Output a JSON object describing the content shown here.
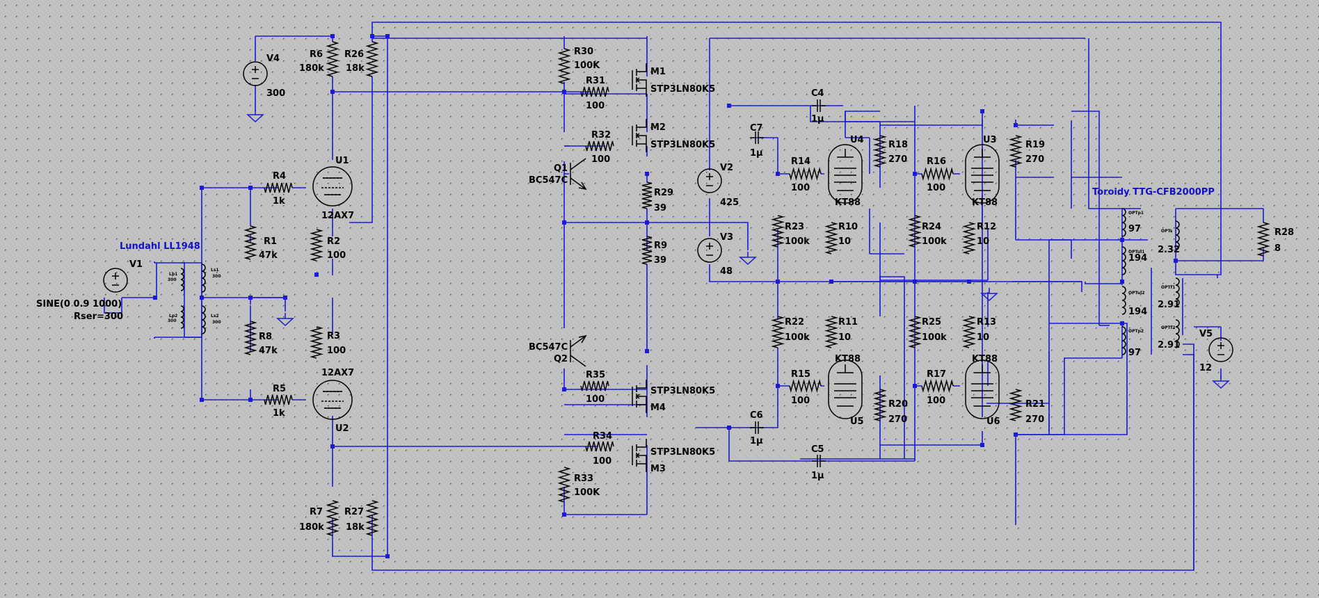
{
  "colors": {
    "background": "#c0c0c0",
    "wire": "#1a1ad8",
    "component": "#000000",
    "annotation": "#1010cc"
  },
  "transformers": {
    "input": "Lundahl LL1948",
    "output": "Toroidy TTG-CFB2000PP"
  },
  "source_v1": {
    "ref": "V1",
    "spec": "SINE(0 0.9 1000)",
    "rser": "Rser=300"
  },
  "supplies": {
    "V4": {
      "ref": "V4",
      "value": "300"
    },
    "V2": {
      "ref": "V2",
      "value": "425"
    },
    "V3": {
      "ref": "V3",
      "value": "48"
    },
    "V5": {
      "ref": "V5",
      "value": "12"
    }
  },
  "tubes": {
    "U1": {
      "ref": "U1",
      "type": "12AX7"
    },
    "U2": {
      "ref": "U2",
      "type": "12AX7"
    },
    "U3": {
      "ref": "U3",
      "type": "KT88"
    },
    "U4": {
      "ref": "U4",
      "type": "KT88"
    },
    "U5": {
      "ref": "U5",
      "type": "KT88"
    },
    "U6": {
      "ref": "U6",
      "type": "KT88"
    }
  },
  "transistors": {
    "Q1": {
      "ref": "Q1",
      "type": "BC547C"
    },
    "Q2": {
      "ref": "Q2",
      "type": "BC547C"
    },
    "M1": {
      "ref": "M1",
      "type": "STP3LN80K5"
    },
    "M2": {
      "ref": "M2",
      "type": "STP3LN80K5"
    },
    "M3": {
      "ref": "M3",
      "type": "STP3LN80K5"
    },
    "M4": {
      "ref": "M4",
      "type": "STP3LN80K5"
    }
  },
  "resistors": {
    "R1": {
      "ref": "R1",
      "value": "47k"
    },
    "R2": {
      "ref": "R2",
      "value": "100"
    },
    "R3": {
      "ref": "R3",
      "value": "100"
    },
    "R4": {
      "ref": "R4",
      "value": "1k"
    },
    "R5": {
      "ref": "R5",
      "value": "1k"
    },
    "R6": {
      "ref": "R6",
      "value": "180k"
    },
    "R7": {
      "ref": "R7",
      "value": "180k"
    },
    "R8": {
      "ref": "R8",
      "value": "47k"
    },
    "R9": {
      "ref": "R9",
      "value": "39"
    },
    "R10": {
      "ref": "R10",
      "value": "10"
    },
    "R11": {
      "ref": "R11",
      "value": "10"
    },
    "R12": {
      "ref": "R12",
      "value": "10"
    },
    "R13": {
      "ref": "R13",
      "value": "10"
    },
    "R14": {
      "ref": "R14",
      "value": "100"
    },
    "R15": {
      "ref": "R15",
      "value": "100"
    },
    "R16": {
      "ref": "R16",
      "value": "100"
    },
    "R17": {
      "ref": "R17",
      "value": "100"
    },
    "R18": {
      "ref": "R18",
      "value": "270"
    },
    "R19": {
      "ref": "R19",
      "value": "270"
    },
    "R20": {
      "ref": "R20",
      "value": "270"
    },
    "R21": {
      "ref": "R21",
      "value": "270"
    },
    "R22": {
      "ref": "R22",
      "value": "100k"
    },
    "R23": {
      "ref": "R23",
      "value": "100k"
    },
    "R24": {
      "ref": "R24",
      "value": "100k"
    },
    "R25": {
      "ref": "R25",
      "value": "100k"
    },
    "R26": {
      "ref": "R26",
      "value": "18k"
    },
    "R27": {
      "ref": "R27",
      "value": "18k"
    },
    "R28": {
      "ref": "R28",
      "value": "8"
    },
    "R29": {
      "ref": "R29",
      "value": "39"
    },
    "R30": {
      "ref": "R30",
      "value": "100K"
    },
    "R31": {
      "ref": "R31",
      "value": "100"
    },
    "R32": {
      "ref": "R32",
      "value": "100"
    },
    "R33": {
      "ref": "R33",
      "value": "100K"
    },
    "R34": {
      "ref": "R34",
      "value": "100"
    },
    "R35": {
      "ref": "R35",
      "value": "100"
    }
  },
  "capacitors": {
    "C4": {
      "ref": "C4",
      "value": "1µ"
    },
    "C5": {
      "ref": "C5",
      "value": "1µ"
    },
    "C6": {
      "ref": "C6",
      "value": "1µ"
    },
    "C7": {
      "ref": "C7",
      "value": "1µ"
    }
  },
  "inductors": {
    "Lp1": {
      "ref": "Lp1",
      "value": "300"
    },
    "Lp2": {
      "ref": "Lp2",
      "value": "300"
    },
    "Ls1": {
      "ref": "Ls1",
      "value": "300"
    },
    "Ls2": {
      "ref": "Ls2",
      "value": "300"
    },
    "OPTp1": {
      "ref": "OPTp1",
      "value": "97"
    },
    "OPTul1": {
      "ref": "OPTul1",
      "value": "194"
    },
    "OPTul2": {
      "ref": "OPTul2",
      "value": "194"
    },
    "OPTp2": {
      "ref": "OPTp2",
      "value": "97"
    },
    "OPTs": {
      "ref": "OPTs",
      "value": "2.32"
    },
    "OPTf1": {
      "ref": "OPTf1",
      "value": "2.91"
    },
    "OPTf2": {
      "ref": "OPTf2",
      "value": "2.91"
    }
  }
}
